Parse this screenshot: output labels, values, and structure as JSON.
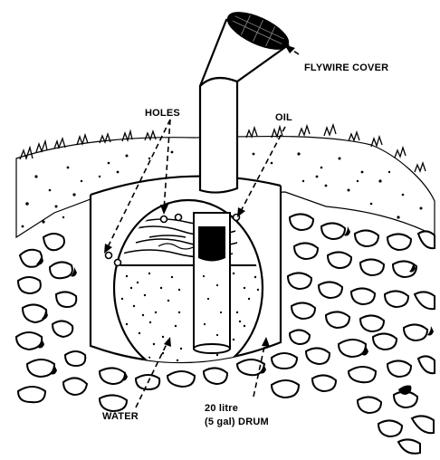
{
  "labels": {
    "flywire_cover": "FLYWIRE COVER",
    "holes": "HOLES",
    "oil": "OIL",
    "water": "WATER",
    "drum_line1": "20 litre",
    "drum_line2": "(5 gal) DRUM"
  },
  "colors": {
    "ink": "#000000",
    "paper": "#ffffff"
  }
}
